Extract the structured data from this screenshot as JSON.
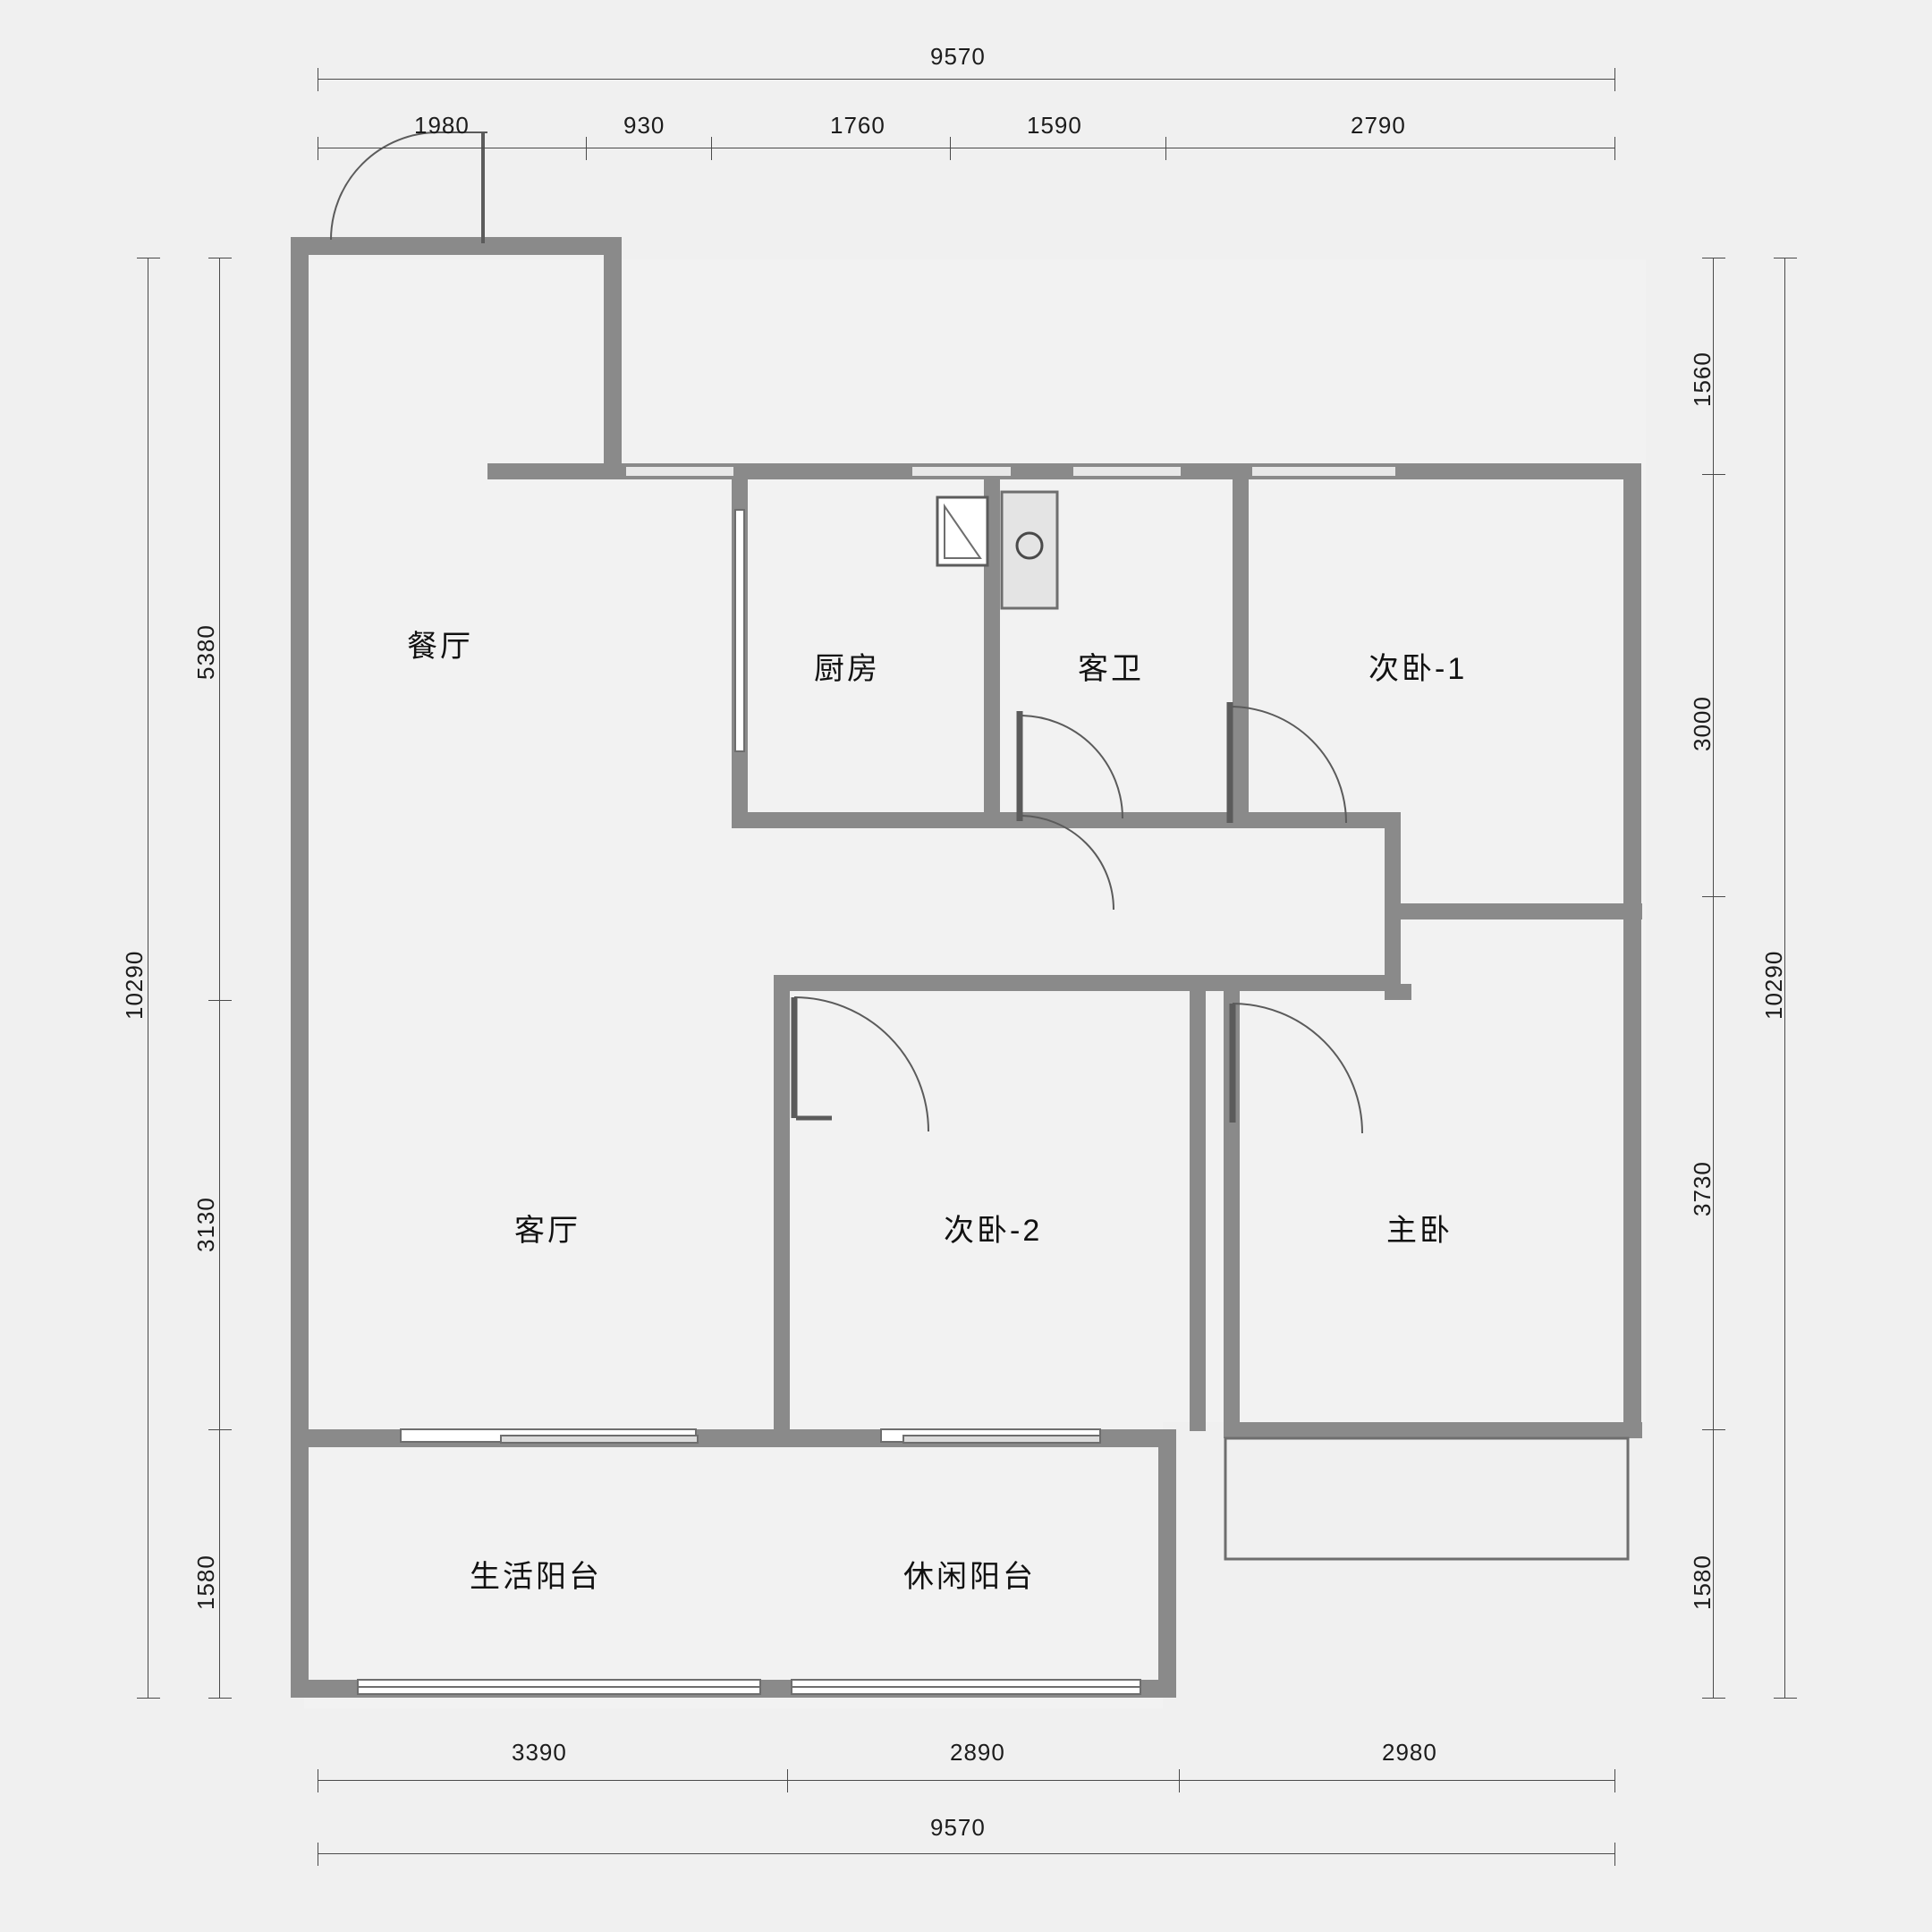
{
  "plan": {
    "title": "",
    "colors": {
      "wall": "#8a8a8a",
      "room_fill": "#f2f2f2",
      "background": "#f0f0f0",
      "dimension": "#4a4a4a",
      "text": "#111111"
    },
    "rooms": [
      {
        "id": "dining",
        "label": "餐厅"
      },
      {
        "id": "kitchen",
        "label": "厨房"
      },
      {
        "id": "guest-bath",
        "label": "客卫"
      },
      {
        "id": "second-bed-1",
        "label": "次卧-1"
      },
      {
        "id": "living",
        "label": "客厅"
      },
      {
        "id": "second-bed-2",
        "label": "次卧-2"
      },
      {
        "id": "master-bed",
        "label": "主卧"
      },
      {
        "id": "service-balcony",
        "label": "生活阳台"
      },
      {
        "id": "leisure-balcony",
        "label": "休闲阳台"
      }
    ],
    "dimensions": {
      "top_overall": "9570",
      "top_segments": [
        "1980",
        "930",
        "1760",
        "1590",
        "2790"
      ],
      "bottom_overall": "9570",
      "bottom_segments": [
        "3390",
        "2890",
        "2980"
      ],
      "left_overall": "10290",
      "left_segments": [
        "5380",
        "3130",
        "1580"
      ],
      "right_overall": "10290",
      "right_segments": [
        "1560",
        "3000",
        "3730",
        "1580"
      ]
    }
  }
}
